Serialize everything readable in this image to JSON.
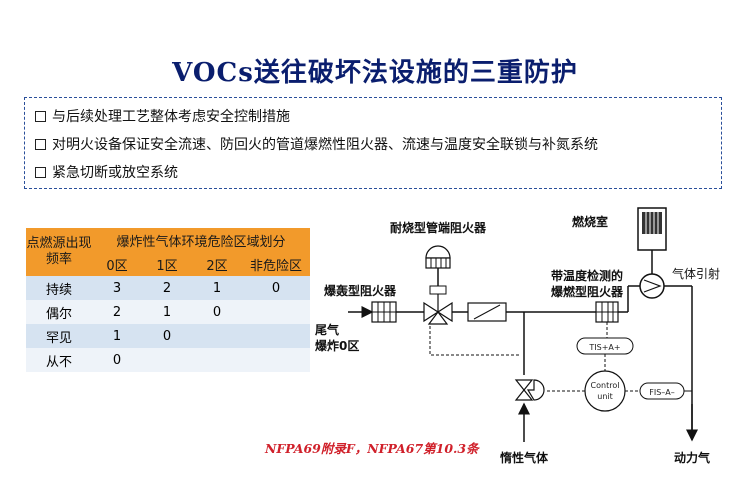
{
  "title": "VOCs送往破坏法设施的三重防护",
  "bullets": [
    "与后续处理工艺整体考虑安全控制措施",
    "对明火设备保证安全流速、防回火的管道爆燃性阻火器、流速与温度安全联锁与补氮系统",
    "紧急切断或放空系统"
  ],
  "table": {
    "row_header": "点燃源出现频率",
    "zone_header": "爆炸性气体环境危险区域划分",
    "zones": [
      "0区",
      "1区",
      "2区",
      "非危险区"
    ],
    "rows": [
      {
        "label": "持续",
        "values": [
          "3",
          "2",
          "1",
          "0"
        ]
      },
      {
        "label": "偶尔",
        "values": [
          "2",
          "1",
          "0",
          ""
        ]
      },
      {
        "label": "罕见",
        "values": [
          "1",
          "0",
          "",
          ""
        ]
      },
      {
        "label": "从不",
        "values": [
          "0",
          "",
          "",
          ""
        ]
      }
    ]
  },
  "diagram": {
    "end_arrester": "耐烧型管端阻火器",
    "combustion_chamber": "燃烧室",
    "detonation_arrester": "爆轰型阻火器",
    "temp_arrester_line1": "带温度检测的",
    "temp_arrester_line2": "爆燃型阻火器",
    "fan": "气体引射",
    "inlet_line1": "尾气",
    "inlet_line2": "爆炸0区",
    "tis": "TIS+A+",
    "fis": "FIS–A–",
    "control_line1": "Control",
    "control_line2": "unit",
    "inert_gas": "惰性气体",
    "power_gas": "动力气"
  },
  "footnote": "NFPA69附录F，NFPA67第10.3条"
}
